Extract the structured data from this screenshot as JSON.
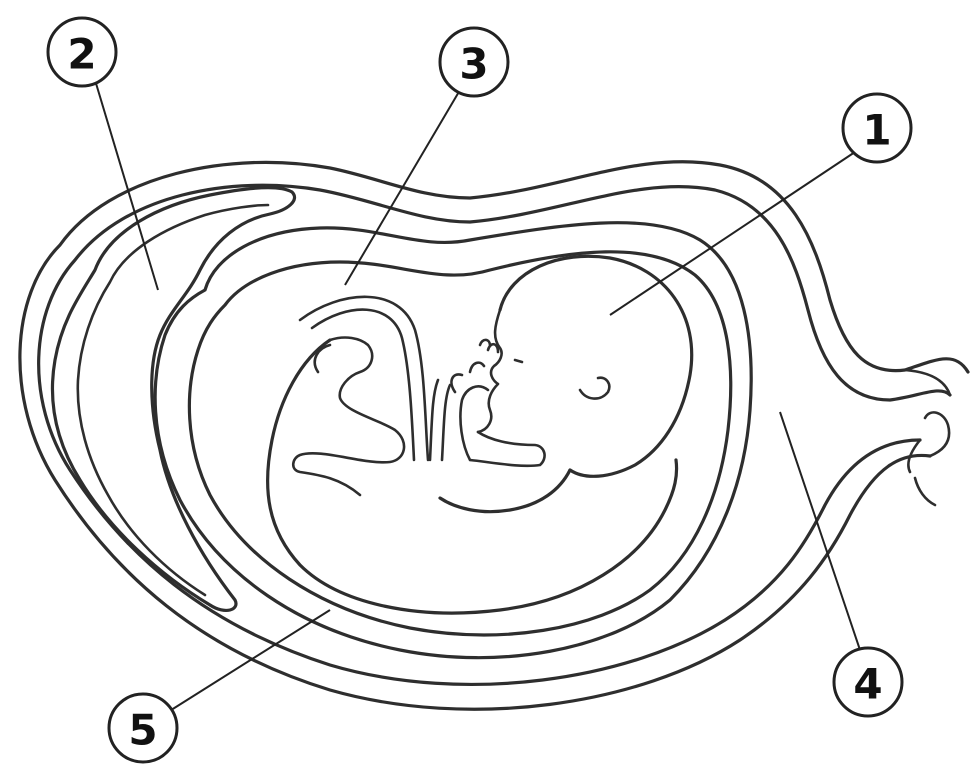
{
  "callouts": [
    {
      "id": "1",
      "label": "1"
    },
    {
      "id": "2",
      "label": "2"
    },
    {
      "id": "3",
      "label": "3"
    },
    {
      "id": "4",
      "label": "4"
    },
    {
      "id": "5",
      "label": "5"
    }
  ],
  "colors": {
    "stroke": "#2e2e2e",
    "background": "#ffffff"
  }
}
